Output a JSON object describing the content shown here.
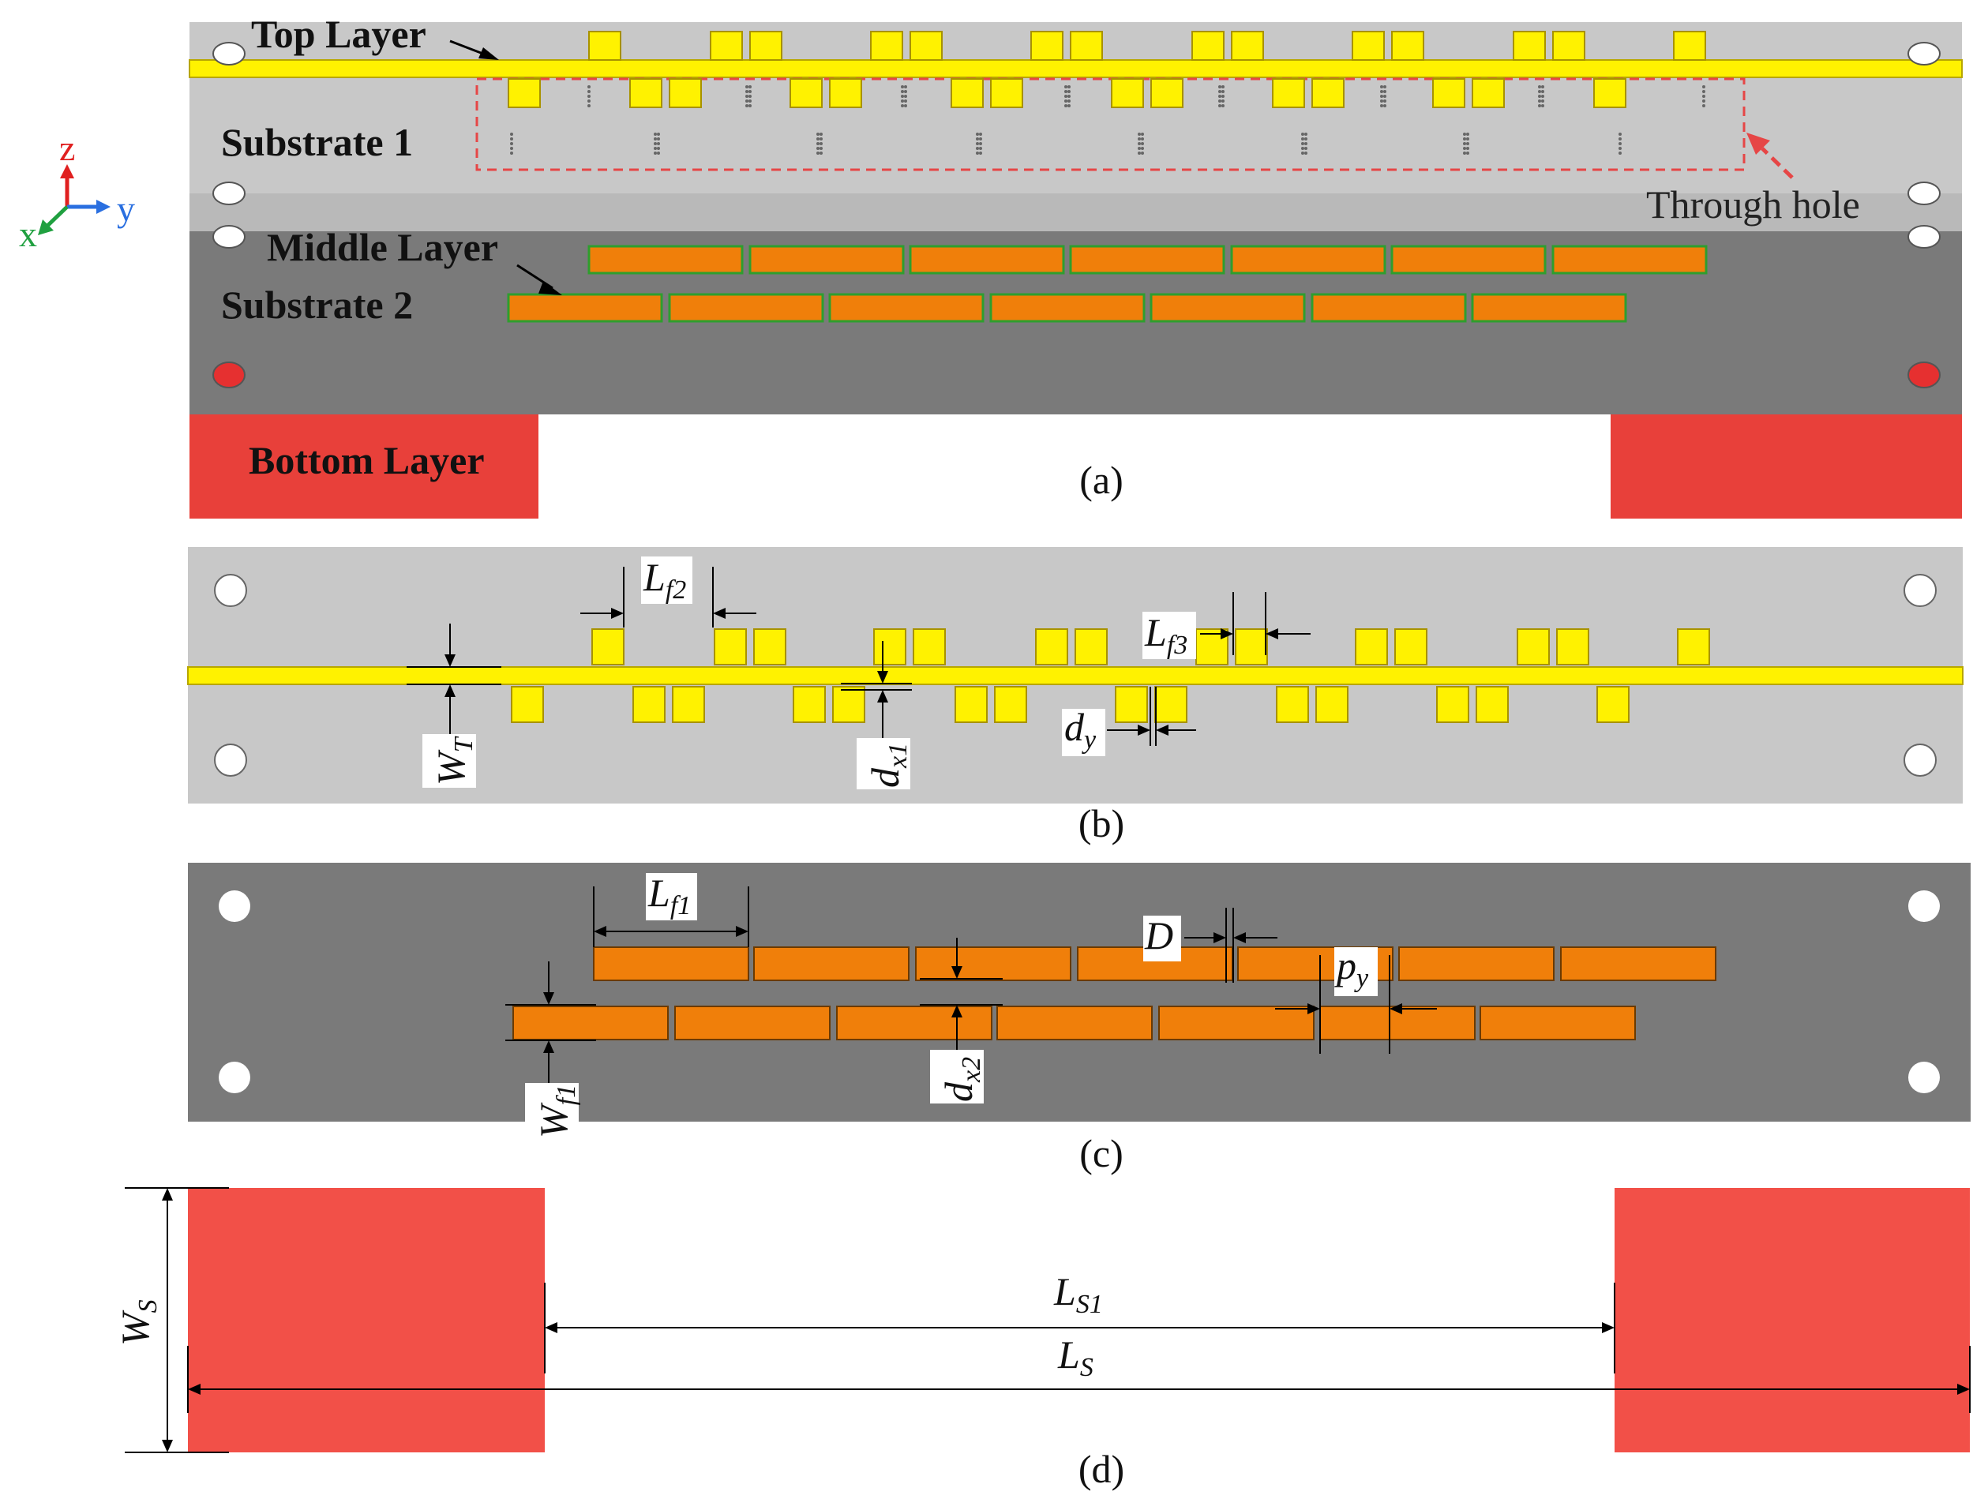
{
  "panels": {
    "a": {
      "caption": "(a)",
      "labels": {
        "top_layer": "Top Layer",
        "substrate1": "Substrate 1",
        "middle_layer": "Middle Layer",
        "substrate2": "Substrate 2",
        "bottom_layer": "Bottom Layer",
        "through_hole": "Through hole"
      }
    },
    "b": {
      "caption": "(b)",
      "dims": {
        "Lf2": {
          "main": "L",
          "sub": "f2"
        },
        "Lf3": {
          "main": "L",
          "sub": "f3"
        },
        "WT": {
          "main": "W",
          "sub": "T"
        },
        "dx1": {
          "main": "d",
          "sub": "x1"
        },
        "dy": {
          "main": "d",
          "sub": "y"
        }
      }
    },
    "c": {
      "caption": "(c)",
      "dims": {
        "Lf1": {
          "main": "L",
          "sub": "f1"
        },
        "D": {
          "main": "D"
        },
        "py": {
          "main": "p",
          "sub": "y"
        },
        "Wf1": {
          "main": "W",
          "sub": "f1"
        },
        "dx2": {
          "main": "d",
          "sub": "x2"
        }
      }
    },
    "d": {
      "caption": "(d)",
      "dims": {
        "WS": {
          "main": "W",
          "sub": "S"
        },
        "LS1": {
          "main": "L",
          "sub": "S1"
        },
        "LS": {
          "main": "L",
          "sub": "S"
        }
      }
    }
  },
  "axes": {
    "z": "z",
    "y": "y",
    "x": "x"
  },
  "colors": {
    "substrate1": "#c8c8c8",
    "substrate2": "#7a7a7a",
    "top_metal": "#fff200",
    "middle_metal": "#f07f0a",
    "middle_outline": "#2e9e2e",
    "bottom_metal": "#e8403a",
    "bottom_metal_d": "#f25048",
    "hole_marker": "#e63030",
    "dims": "#000000"
  }
}
